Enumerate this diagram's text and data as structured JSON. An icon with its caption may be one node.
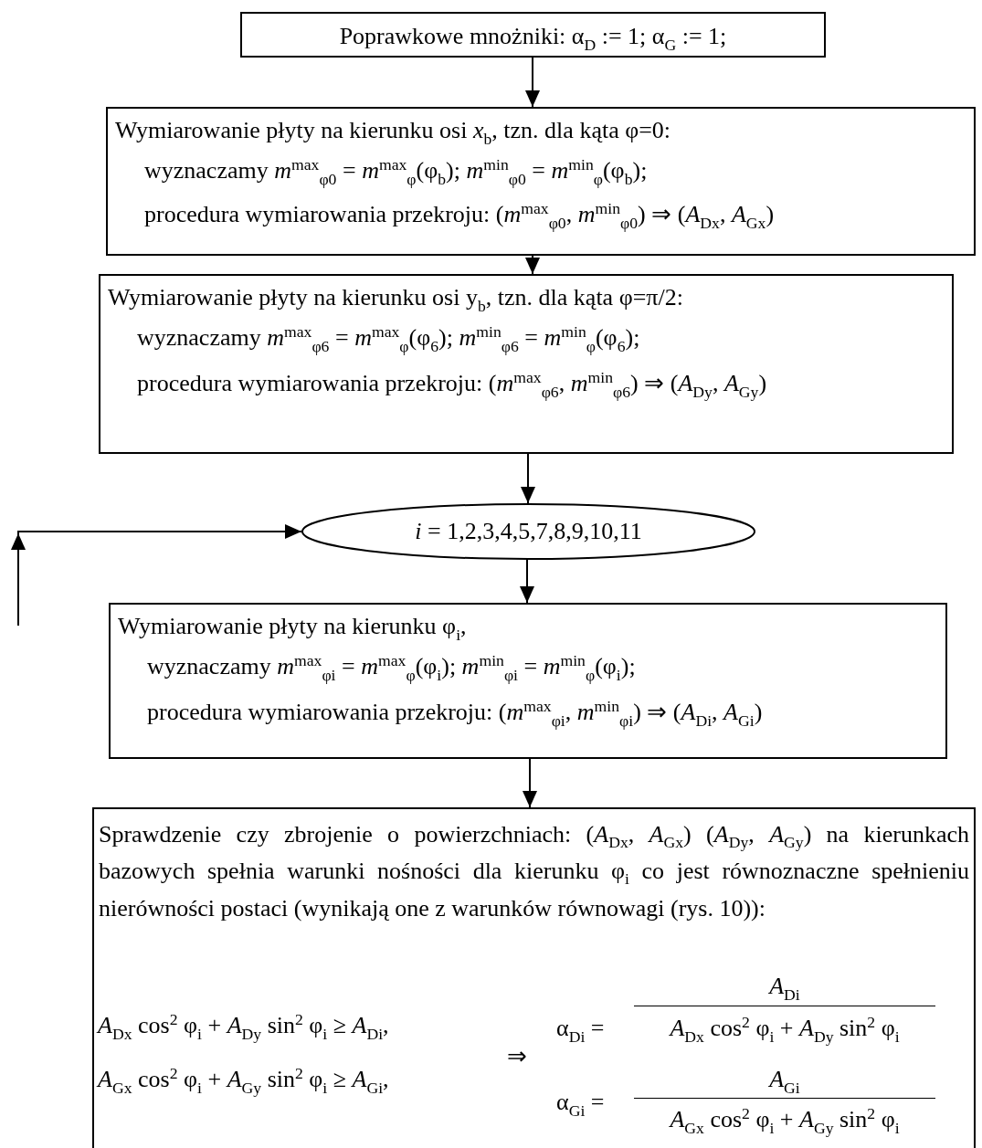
{
  "diagram": {
    "nodes": [
      {
        "text": [
          "Poprawkowe mnożniki:  α$_{D}$ := 1; α$_{G}$ := 1;"
        ]
      },
      {
        "text": [
          "Wymiarowanie płyty na kierunku osi *x*$_{b}$, tzn. dla kąta  φ=0:",
          "wyznaczamy *m*$^{max}$$_{φ0}$ = *m*$^{max}$$_{φ}$(φ$_{b}$);  *m*$^{min}$$_{φ0}$ = *m*$^{min}$$_{φ}$(φ$_{b}$);",
          "procedura wymiarowania przekroju: (*m*$^{max}$$_{φ0}$, *m*$^{min}$$_{φ0}$) ⇒ (*A*$_{Dx}$, *A*$_{Gx}$)"
        ]
      },
      {
        "text": [
          "Wymiarowanie płyty na kierunku osi y$_{b}$, tzn. dla kąta  φ=π/2:",
          "wyznaczamy *m*$^{max}$$_{φ6}$ = *m*$^{max}$$_{φ}$(φ$_{6}$);  *m*$^{min}$$_{φ6}$ = *m*$^{min}$$_{φ}$(φ$_{6}$);",
          "procedura wymiarowania przekroju: (*m*$^{max}$$_{φ6}$, *m*$^{min}$$_{φ6}$) ⇒ (*A*$_{Dy}$, *A*$_{Gy}$)"
        ]
      },
      {
        "text": [
          "*i* = 1,2,3,4,5,7,8,9,10,11"
        ]
      },
      {
        "text": [
          "Wymiarowanie płyty na kierunku φ$_{i}$,",
          "wyznaczamy *m*$^{max}$$_{φi}$ = *m*$^{max}$$_{φ}$(φ$_{i}$);  *m*$^{min}$$_{φi}$ = *m*$^{min}$$_{φ}$(φ$_{i}$);",
          "procedura wymiarowania przekroju: (*m*$^{max}$$_{φi}$, *m*$^{min}$$_{φi}$) ⇒ (*A*$_{Di}$, *A*$_{Gi}$)"
        ]
      },
      {
        "text": [
          "Sprawdzenie czy zbrojenie o powierzchniach: (*A*$_{Dx}$, *A*$_{Gx}$) (*A*$_{Dy}$, *A*$_{Gy}$) na kierunkach bazowych spełnia warunki nośności dla kierunku φ$_{i}$ co jest równoznaczne spełnieniu nierówności postaci (wynikają one z warunków równowagi (rys. 10)):",
          "*A*$_{Dx}$ cos$^{2}$ φ$_{i}$ + *A*$_{Dy}$ sin$^{2}$ φ$_{i}$ ≥ *A*$_{Di}$,",
          "*A*$_{Gx}$ cos$^{2}$ φ$_{i}$ + *A*$_{Gy}$ sin$^{2}$ φ$_{i}$ ≥ *A*$_{Gi}$,",
          "⇒",
          "α$_{Di}$ =",
          "*A*$_{Di}$",
          "*A*$_{Dx}$ cos$^{2}$ φ$_{i}$ + *A*$_{Dy}$ sin$^{2}$ φ$_{i}$",
          "α$_{Gi}$ =",
          "*A*$_{Gi}$",
          "*A*$_{Gx}$ cos$^{2}$ φ$_{i}$ + *A*$_{Gy}$ sin$^{2}$ φ$_{i}$"
        ]
      }
    ],
    "edges": [
      {
        "from": 0,
        "to": 1,
        "arrow": "to"
      },
      {
        "from": 1,
        "to": 2,
        "arrow": "to"
      },
      {
        "from": 2,
        "to": 3,
        "arrow": "to"
      },
      {
        "from": 3,
        "to": 4,
        "arrow": "to"
      },
      {
        "from": 4,
        "to": 5,
        "arrow": "to"
      },
      {
        "from": null,
        "to": 3,
        "arrow": "to"
      }
    ]
  }
}
